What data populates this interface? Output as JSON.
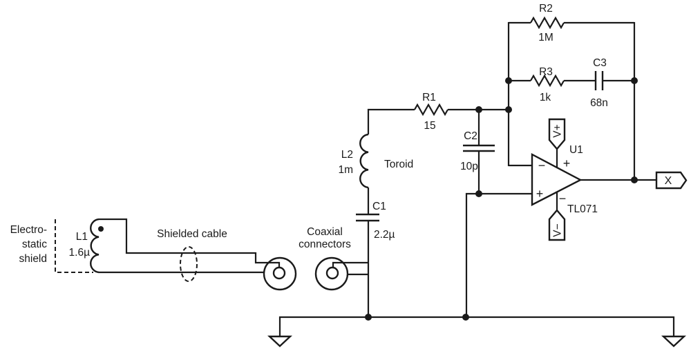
{
  "diagram": {
    "type": "circuit-schematic",
    "background_color": "#ffffff",
    "line_color": "#1a1a1a",
    "labels": {
      "shield_line1": "Electro-",
      "shield_line2": "static",
      "shield_line3": "shield",
      "shielded_cable": "Shielded cable",
      "coax_line1": "Coaxial",
      "coax_line2": "connectors"
    },
    "components": {
      "L1": {
        "ref": "L1",
        "value": "1.6µ"
      },
      "L2": {
        "ref": "L2",
        "value": "1m",
        "note": "Toroid"
      },
      "C1": {
        "ref": "C1",
        "value": "2.2µ"
      },
      "C2": {
        "ref": "C2",
        "value": "10p"
      },
      "C3": {
        "ref": "C3",
        "value": "68n"
      },
      "R1": {
        "ref": "R1",
        "value": "15"
      },
      "R2": {
        "ref": "R2",
        "value": "1M"
      },
      "R3": {
        "ref": "R3",
        "value": "1k"
      },
      "U1": {
        "ref": "U1",
        "part": "TL071"
      }
    },
    "opamp": {
      "inverting_input": "−",
      "noninverting_input": "+",
      "vplus_pin": "+",
      "vminus_pin": "−",
      "vplus_net": "V+",
      "vminus_net": "V−"
    },
    "output_port": "X"
  }
}
